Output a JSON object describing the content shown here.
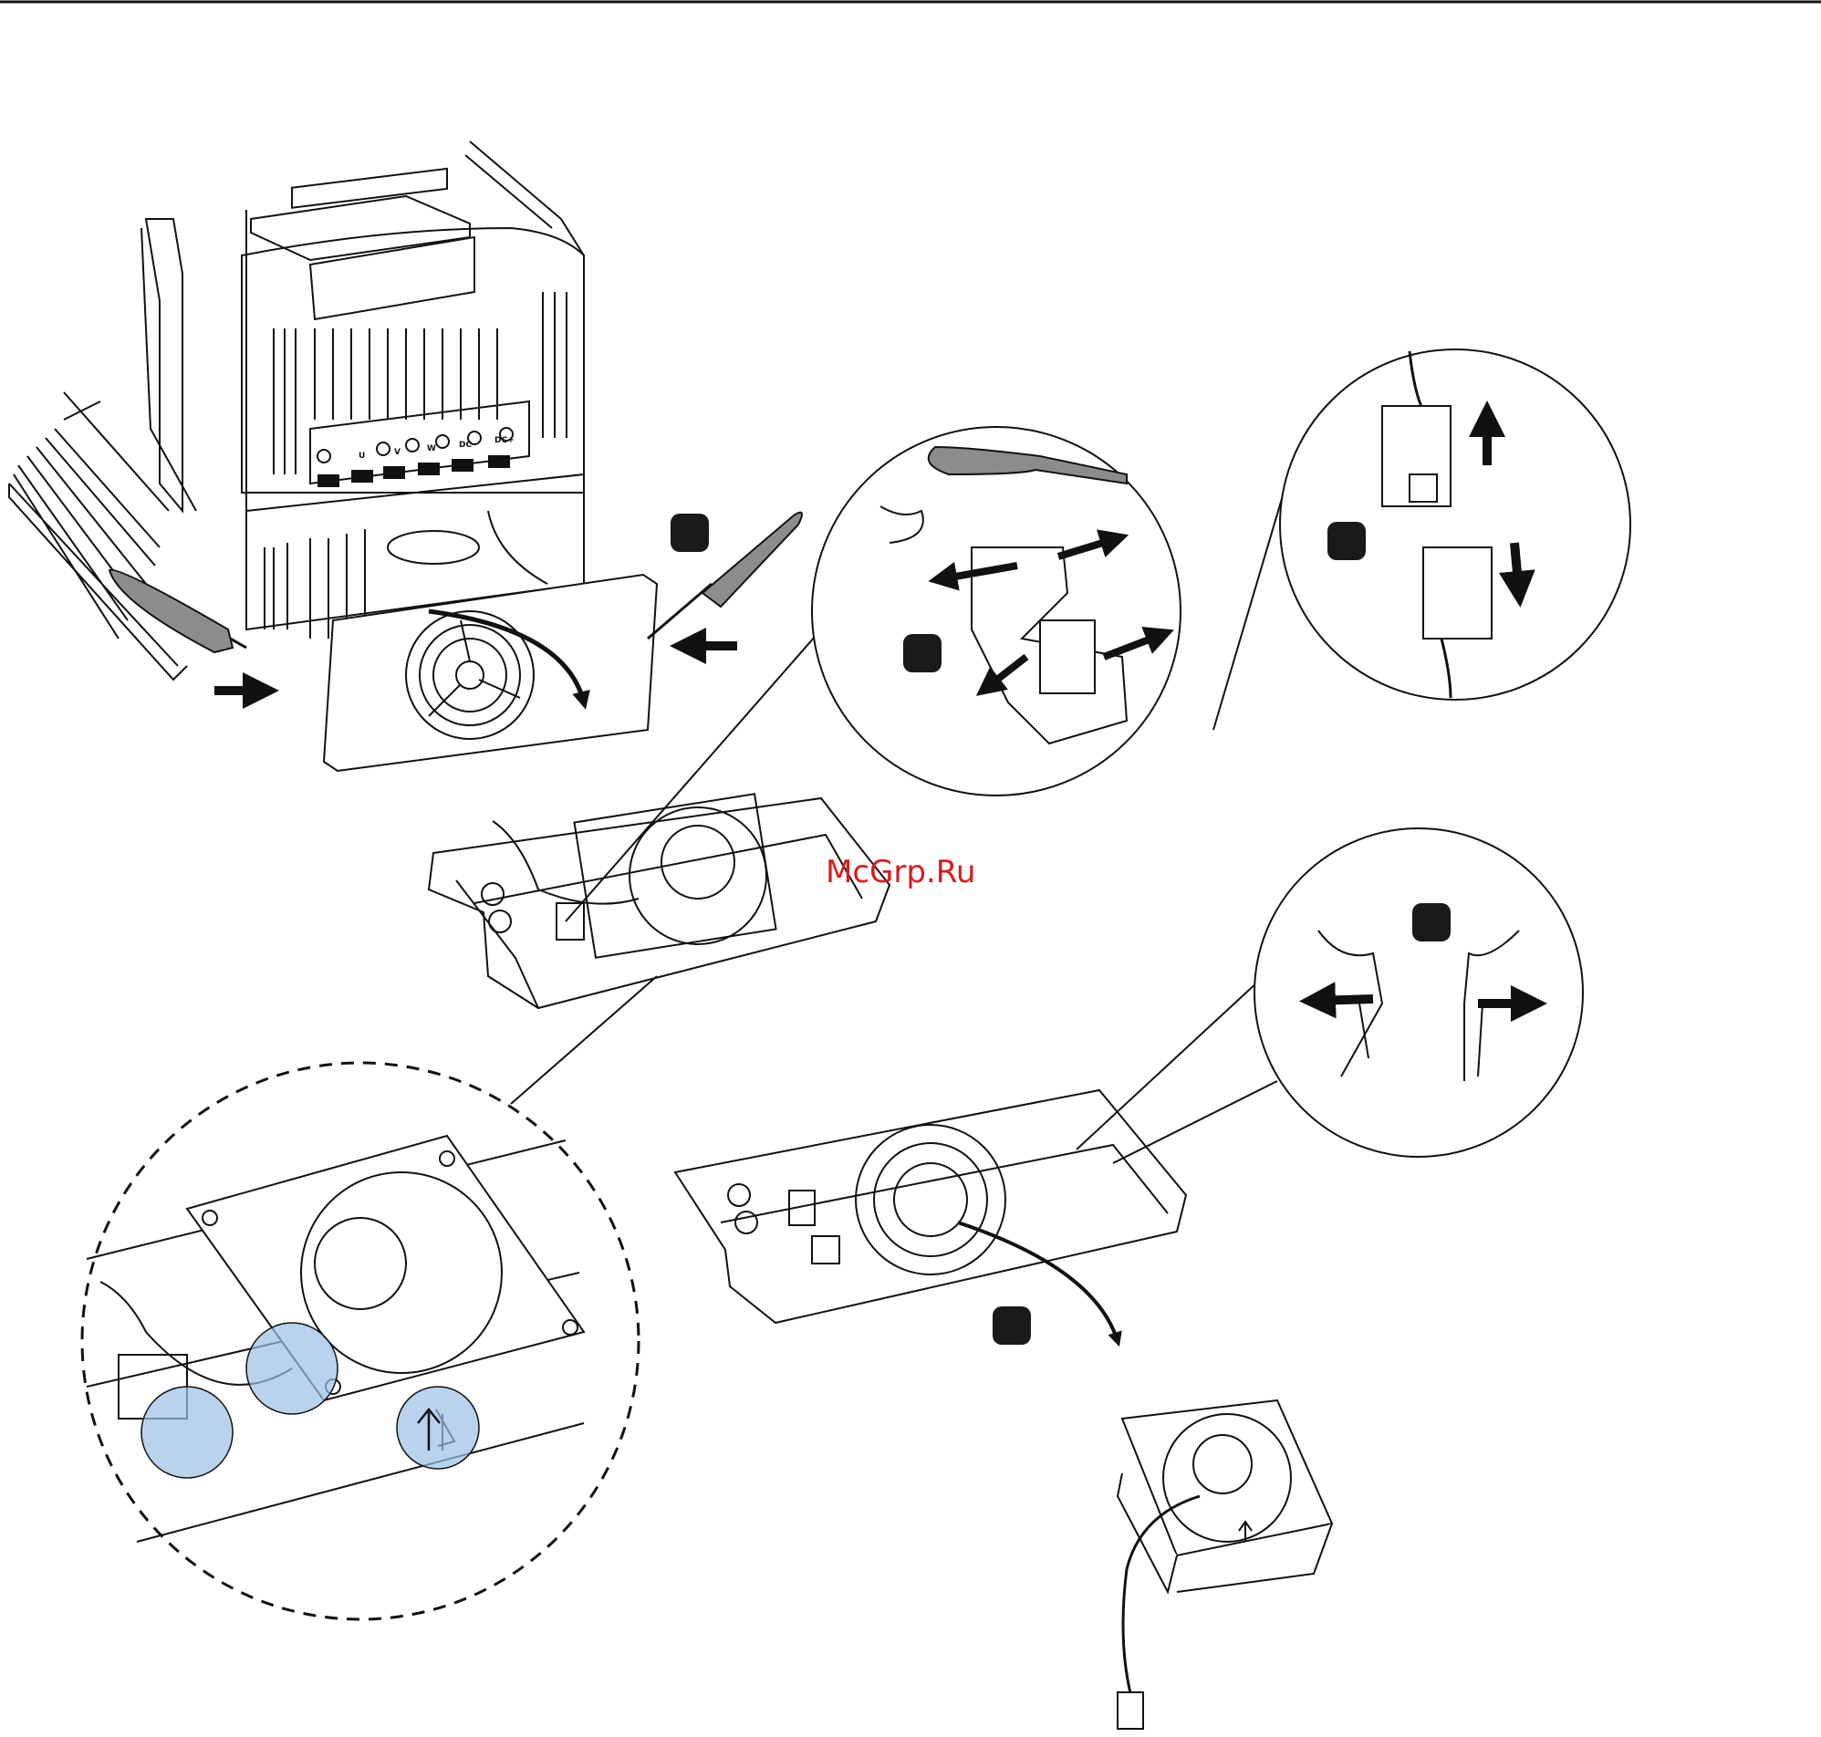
{
  "watermark": "McGrp.Ru",
  "terminals": [
    "U",
    "V",
    "W",
    "DC-",
    "DC+"
  ],
  "colors": {
    "line": "#111111",
    "handle": "#8c8c8c",
    "highlight": "#9cc0e6",
    "watermark": "#d81c1c"
  },
  "icons": [
    "screwdriver-icon",
    "arrow-icon",
    "fan-icon",
    "connector-icon"
  ]
}
